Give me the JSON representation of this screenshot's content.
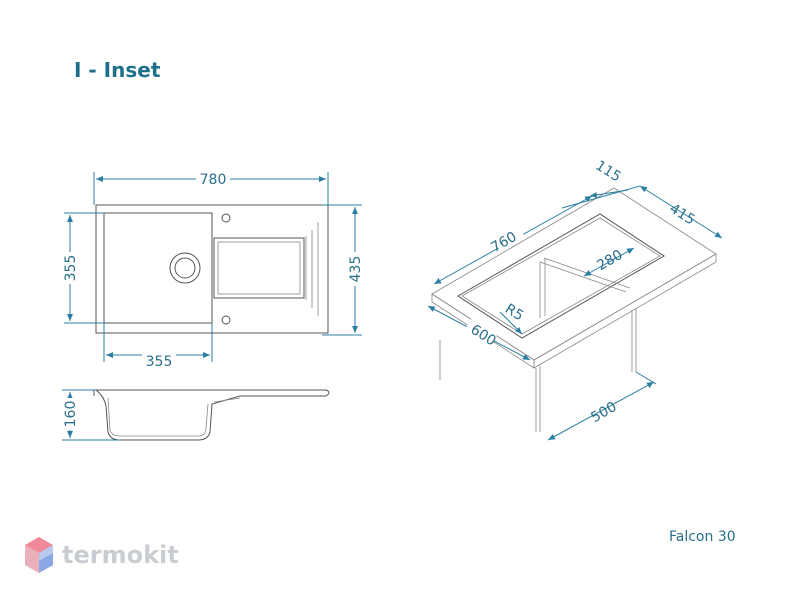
{
  "title": "I - Inset",
  "model": "Falcon 30",
  "logo": {
    "text": "termokit"
  },
  "colors": {
    "accent": "#1e6f8a",
    "dimension": "#2b7fa0",
    "outline": "#555555",
    "logo": "#c9cdd2"
  },
  "dimensions": {
    "top_width": "780",
    "bowl_height": "355",
    "total_height": "435",
    "bowl_width": "355",
    "depth": "160",
    "iso_115": "115",
    "iso_415": "415",
    "iso_760": "760",
    "iso_280": "280",
    "iso_r5": "R5",
    "iso_600": "600",
    "iso_500": "500"
  }
}
